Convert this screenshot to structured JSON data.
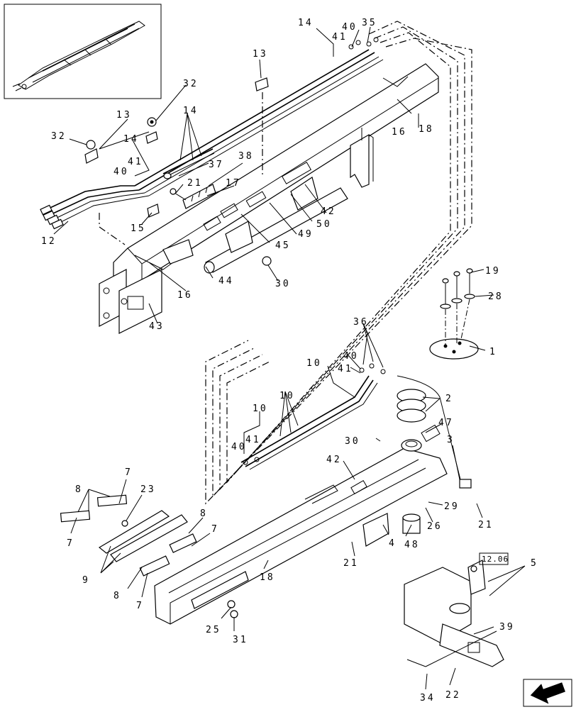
{
  "callouts": [
    {
      "id": "c14a",
      "text": "14"
    },
    {
      "id": "c40a",
      "text": "40"
    },
    {
      "id": "c35",
      "text": "35"
    },
    {
      "id": "c41a",
      "text": "41"
    },
    {
      "id": "c13a",
      "text": "13"
    },
    {
      "id": "c32a",
      "text": "32"
    },
    {
      "id": "c13b",
      "text": "13"
    },
    {
      "id": "c14b",
      "text": "14"
    },
    {
      "id": "c32b",
      "text": "32"
    },
    {
      "id": "c14c",
      "text": "14"
    },
    {
      "id": "c41b",
      "text": "41"
    },
    {
      "id": "c40b",
      "text": "40"
    },
    {
      "id": "c37",
      "text": "37"
    },
    {
      "id": "c38",
      "text": "38"
    },
    {
      "id": "c21a",
      "text": "21"
    },
    {
      "id": "c17",
      "text": "17"
    },
    {
      "id": "c16a",
      "text": "16"
    },
    {
      "id": "c18a",
      "text": "18"
    },
    {
      "id": "c12",
      "text": "12"
    },
    {
      "id": "c15",
      "text": "15"
    },
    {
      "id": "c42a",
      "text": "42"
    },
    {
      "id": "c50",
      "text": "50"
    },
    {
      "id": "c49",
      "text": "49"
    },
    {
      "id": "c45",
      "text": "45"
    },
    {
      "id": "c44",
      "text": "44"
    },
    {
      "id": "c30a",
      "text": "30"
    },
    {
      "id": "c16b",
      "text": "16"
    },
    {
      "id": "c43",
      "text": "43"
    },
    {
      "id": "c19",
      "text": "19"
    },
    {
      "id": "c28",
      "text": "28"
    },
    {
      "id": "c1",
      "text": "1"
    },
    {
      "id": "c36",
      "text": "36"
    },
    {
      "id": "c40c",
      "text": "40"
    },
    {
      "id": "c10a",
      "text": "10"
    },
    {
      "id": "c41c",
      "text": "41"
    },
    {
      "id": "c2",
      "text": "2"
    },
    {
      "id": "c10b",
      "text": "10"
    },
    {
      "id": "c10c",
      "text": "10"
    },
    {
      "id": "c47",
      "text": "47"
    },
    {
      "id": "c40d",
      "text": "40"
    },
    {
      "id": "c41d",
      "text": "41"
    },
    {
      "id": "c30b",
      "text": "30"
    },
    {
      "id": "c3",
      "text": "3"
    },
    {
      "id": "c42b",
      "text": "42"
    },
    {
      "id": "c29",
      "text": "29"
    },
    {
      "id": "c26",
      "text": "26"
    },
    {
      "id": "c21b",
      "text": "21"
    },
    {
      "id": "c7a",
      "text": "7"
    },
    {
      "id": "c8a",
      "text": "8"
    },
    {
      "id": "c23",
      "text": "23"
    },
    {
      "id": "c7b",
      "text": "7"
    },
    {
      "id": "c8b",
      "text": "8"
    },
    {
      "id": "c7c",
      "text": "7"
    },
    {
      "id": "c9",
      "text": "9"
    },
    {
      "id": "c8c",
      "text": "8"
    },
    {
      "id": "c7d",
      "text": "7"
    },
    {
      "id": "c4",
      "text": "4"
    },
    {
      "id": "c48",
      "text": "48"
    },
    {
      "id": "c21c",
      "text": "21"
    },
    {
      "id": "c18b",
      "text": "18"
    },
    {
      "id": "c5",
      "text": "5"
    },
    {
      "id": "c25",
      "text": "25"
    },
    {
      "id": "c31",
      "text": "31"
    },
    {
      "id": "c39",
      "text": "39"
    },
    {
      "id": "c34",
      "text": "34"
    },
    {
      "id": "c22",
      "text": "22"
    }
  ],
  "reference_box": {
    "text": "12.06"
  }
}
